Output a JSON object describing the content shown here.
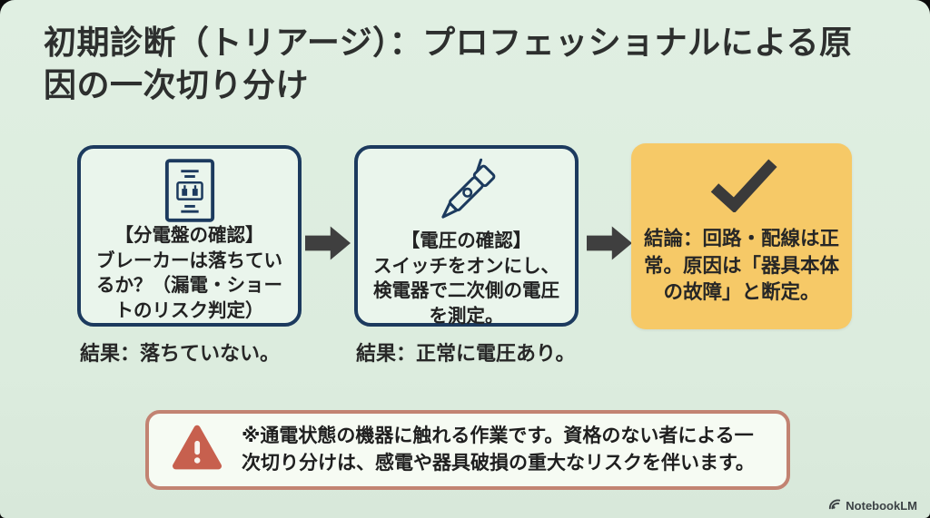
{
  "slide": {
    "title": "初期診断（トリアージ）：プロフェッショナルによる原因の一次切り分け",
    "steps": [
      {
        "icon": "distribution-board-icon",
        "heading": "【分電盤の確認】",
        "body": "ブレーカーは落ちているか？（漏電・ショートのリスク判定）",
        "result": "結果：落ちていない。"
      },
      {
        "icon": "voltage-tester-icon",
        "heading": "【電圧の確認】",
        "body": "スイッチをオンにし、検電器で二次側の電圧を測定。",
        "result": "結果：正常に電圧あり。"
      }
    ],
    "conclusion": {
      "icon": "check-icon",
      "text": "結論：回路・配線は正常。原因は「器具本体の故障」と断定。"
    },
    "warning": {
      "icon": "warning-triangle-icon",
      "text": "※通電状態の機器に触れる作業です。資格のない者による一次切り分けは、感電や器具破損の重大なリスクを伴います。"
    },
    "watermark": {
      "label": "NotebookLM"
    },
    "colors": {
      "slide_background": "#dcecde",
      "box_border_navy": "#1c3a5e",
      "box_fill": "#eaf5ec",
      "conclusion_fill": "#f6c967",
      "arrow": "#3f3f3f",
      "warning_border": "#c28372",
      "warning_triangle": "#c7604e",
      "text": "#2d2f2e"
    }
  }
}
